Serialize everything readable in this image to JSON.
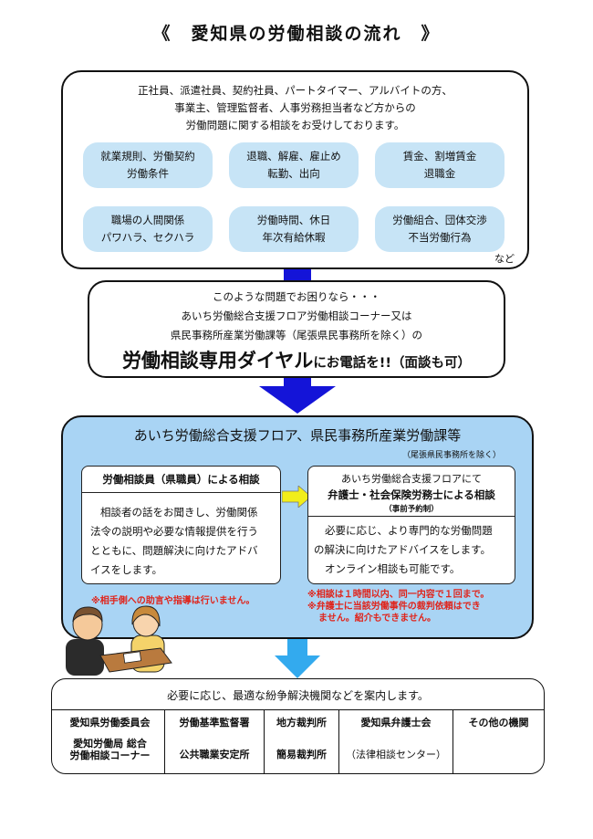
{
  "title": "《　愛知県の労働相談の流れ　》",
  "consultation_targets": {
    "lines": [
      "正社員、派遣社員、契約社員、パートタイマー、アルバイトの方、",
      "事業主、管理監督者、人事労務担当者など方からの",
      "労働問題に関する相談をお受けしております。"
    ],
    "categories": [
      {
        "line1": "就業規則、労働契約",
        "line2": "労働条件"
      },
      {
        "line1": "退職、解雇、雇止め",
        "line2": "転勤、出向"
      },
      {
        "line1": "賃金、割増賃金",
        "line2": "退職金"
      },
      {
        "line1": "職場の人間関係",
        "line2": "パワハラ、セクハラ"
      },
      {
        "line1": "労働時間、休日",
        "line2": "年次有給休暇"
      },
      {
        "line1": "労働組合、団体交渉",
        "line2": "不当労働行為"
      }
    ],
    "etc": "など"
  },
  "problem_box": {
    "line1": "このような問題でお困りなら・・・",
    "line2": "あいち労働総合支援フロア労働相談コーナー又は",
    "line3": "県民事務所産業労働課等（尾張県民事務所を除く）の",
    "dial": "労働相談専用ダイヤル",
    "call": "にお電話を!!",
    "visit": "（面談も可）"
  },
  "office": {
    "title": "あいち労働総合支援フロア、県民事務所産業労働課等",
    "note": "（尾張県民事務所を除く）",
    "staff_panel": {
      "heading": "労働相談員（県職員）による相談",
      "body": [
        "相談者の話をお聞きし、労働関係",
        "法令の説明や必要な情報提供を行う",
        "とともに、問題解決に向けたアドバ",
        "イスをします。"
      ]
    },
    "staff_warning": "※相手側への助言や指導は行いません。",
    "expert_panel": {
      "heading_prefix": "あいち労働総合支援フロアにて",
      "heading": "弁護士・社会保険労務士による相談",
      "reservation": "（事前予約制）",
      "body": [
        "必要に応じ、より専門的な労働問題",
        "の解決に向けたアドバイスをします。",
        "オンライン相談も可能です。"
      ]
    },
    "expert_warnings": [
      "※相談は１時間以内、同一内容で１回まで。",
      "※弁護士に当該労働事件の裁判依頼はでき",
      "ません。紹介もできません。"
    ]
  },
  "referral": {
    "heading": "必要に応じ、最適な紛争解決機関などを案内します。",
    "institutions": [
      {
        "top": "愛知県労働委員会",
        "bottom1": "愛知労働局 総合",
        "bottom2": "労働相談コーナー"
      },
      {
        "top": "労働基準監督署",
        "bottom1": "公共職業安定所",
        "bottom2": ""
      },
      {
        "top": "地方裁判所",
        "bottom1": "簡易裁判所",
        "bottom2": ""
      },
      {
        "top": "愛知県弁護士会",
        "bottom1": "（法律相談センター）",
        "bottom2": ""
      },
      {
        "top": "その他の機関",
        "bottom1": "",
        "bottom2": ""
      }
    ]
  },
  "colors": {
    "category_fill": "#c7e4f6",
    "office_fill": "#a9d4f4",
    "arrow_blue": "#1414d8",
    "arrow_light": "#33aaee",
    "arrow_yellow": "#f2ee1a",
    "warning_red": "#e0241b"
  }
}
